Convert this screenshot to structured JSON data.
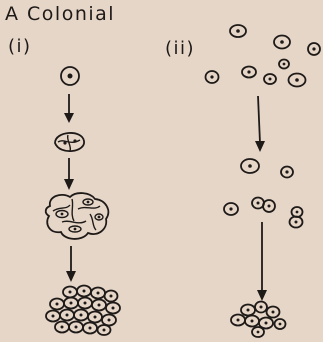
{
  "figure": {
    "title": "A  Colonial",
    "panel_i_label": "(i)",
    "panel_ii_label": "(ii)"
  },
  "colors": {
    "background": "#e6d6c8",
    "ink": "#1e1a18"
  }
}
